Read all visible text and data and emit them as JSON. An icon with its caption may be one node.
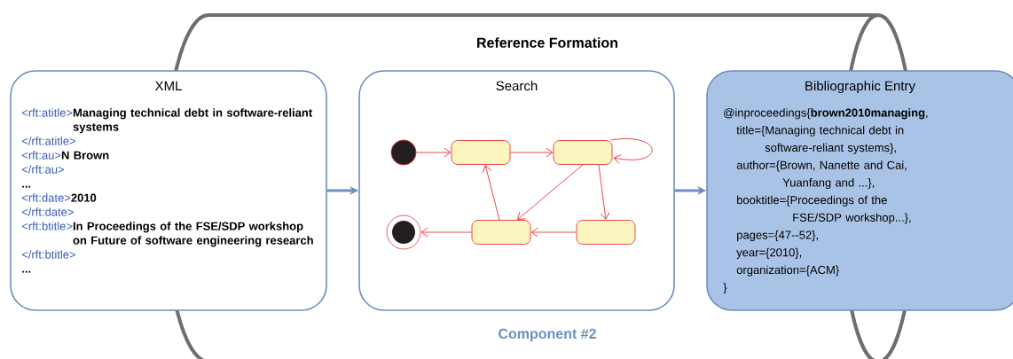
{
  "diagram": {
    "nodes": [
      {
        "text": [
          "Reference Formation",
          "Component #2"
        ]
      },
      {
        "text": [
          "XML",
          "<rft:atitle>",
          "Managing technical debt in software-reliant systems",
          "</rft:atitle>",
          "<rft:au>",
          "N Brown",
          "</rft:au>",
          "...",
          "<rft:date>",
          "2010",
          "</rft:date>",
          "<rft:btitle>",
          "In Proceedings of the FSE/SDP workshop on Future of software engineering research",
          "</rft:btitle>",
          "..."
        ]
      },
      {
        "text": [
          "Search"
        ],
        "in": 0
      },
      {
        "text": [],
        "shape": "circle",
        "in": 2
      },
      {
        "text": [],
        "shape": "box",
        "in": 2
      },
      {
        "text": [],
        "shape": "box",
        "in": 2
      },
      {
        "text": [],
        "shape": "circle",
        "in": 2
      },
      {
        "text": [],
        "shape": "box",
        "in": 2
      },
      {
        "text": [],
        "shape": "box",
        "in": 2
      },
      {
        "text": [
          "Bibliographic Entry",
          "@inproceedings{**brown2010managing**,",
          "title={Managing technical debt in software-reliant systems},",
          "author={Brown, Nanette and Cai, Yuanfang and ...},",
          "booktitle={Proceedings of the FSE/SDP workshop...},",
          "pages={47--52},",
          "year={2010},",
          "organization={ACM}",
          "}"
        ]
      }
    ],
    "edges": [
      {
        "from": 1,
        "to": 2,
        "arrow": "to",
        "style": "thick",
        "color": "#6c8ebf"
      },
      {
        "from": 2,
        "to": 9,
        "arrow": "to",
        "style": "thick",
        "color": "#6c8ebf"
      },
      {
        "from": 3,
        "to": 4,
        "arrow": "to"
      },
      {
        "from": 4,
        "to": 5,
        "arrow": "to"
      },
      {
        "from": 5,
        "to": 5,
        "arrow": "to"
      },
      {
        "from": 5,
        "to": 7,
        "arrow": "to"
      },
      {
        "from": 5,
        "to": 8,
        "arrow": "to"
      },
      {
        "from": 8,
        "to": 7,
        "arrow": "to"
      },
      {
        "from": 7,
        "to": 4,
        "arrow": "to"
      },
      {
        "from": 7,
        "to": 6,
        "arrow": "to"
      }
    ]
  }
}
